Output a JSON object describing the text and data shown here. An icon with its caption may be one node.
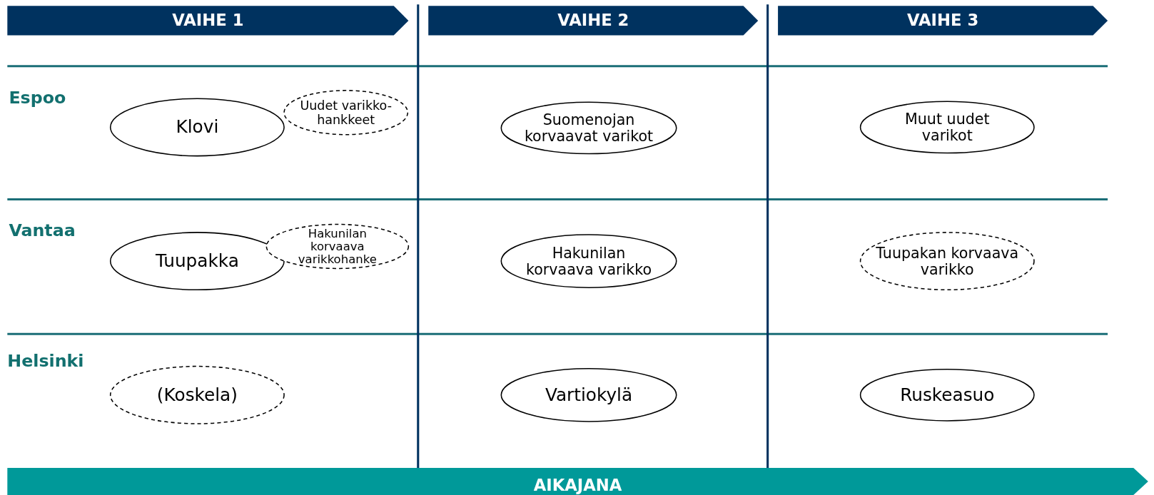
{
  "diagram": {
    "nodes": [
      {
        "text": [
          "VAIHE 1"
        ]
      },
      {
        "text": [
          "VAIHE 2"
        ]
      },
      {
        "text": [
          "VAIHE 3"
        ]
      },
      {
        "text": [
          "Klovi"
        ]
      },
      {
        "text": [
          "Uudet varikko-hankkeet"
        ]
      },
      {
        "text": [
          "Suomenojan korvaavat varikot"
        ]
      },
      {
        "text": [
          "Muut uudet varikot"
        ]
      },
      {
        "text": [
          "Tuupakka"
        ]
      },
      {
        "text": [
          "Hakunilan korvaava varikkohanke"
        ]
      },
      {
        "text": [
          "Hakunilan korvaava varikko"
        ]
      },
      {
        "text": [
          "Tuupakan korvaava varikko"
        ]
      },
      {
        "text": [
          "(Koskela)"
        ]
      },
      {
        "text": [
          "Vartiokylä"
        ]
      },
      {
        "text": [
          "Ruskeasuo"
        ]
      },
      {
        "text": [
          "AIKAJANA"
        ]
      }
    ],
    "edges": [],
    "labels": [
      "Espoo",
      "Vantaa",
      "Helsinki"
    ]
  }
}
